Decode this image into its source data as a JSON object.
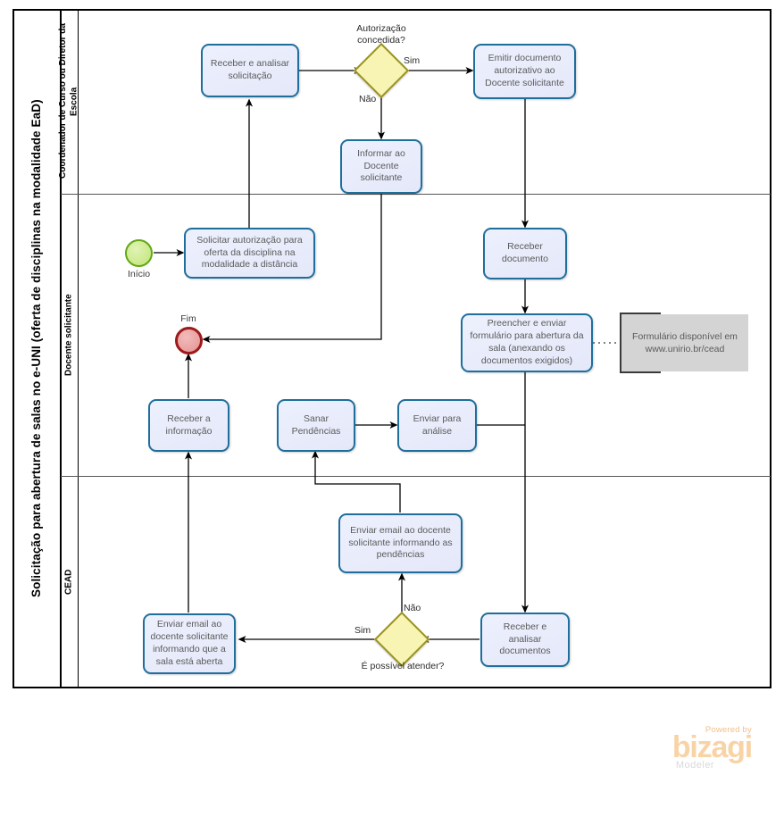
{
  "pool": {
    "title": "Solicitação para abertura de salas no e-UNI (oferta de disciplinas na modalidade EaD)",
    "lanes": [
      {
        "id": "coordenador",
        "label": "Coordenador de Curso ou Diretor da Escola"
      },
      {
        "id": "docente",
        "label": "Docente  solicitante"
      },
      {
        "id": "cead",
        "label": "CEAD"
      }
    ]
  },
  "events": {
    "start": {
      "label": "Início"
    },
    "end": {
      "label": "Fim"
    }
  },
  "tasks": {
    "receber_analisar_solicitacao": "Receber  e analisar solicitação",
    "emitir_documento": "Emitir documento autorizativo ao Docente solicitante",
    "informar_docente": "Informar ao Docente solicitante",
    "solicitar_autorizacao": "Solicitar autorização para oferta da disciplina na modalidade a distância",
    "receber_documento": "Receber documento",
    "preencher_enviar_formulario": "Preencher e enviar formulário para abertura da sala (anexando os documentos exigidos)",
    "receber_informacao": "Receber a informação",
    "sanar_pendencias": "Sanar Pendências",
    "enviar_para_analise": "Enviar para análise",
    "enviar_email_pendencias": "Enviar email ao docente solicitante informando as pendências",
    "enviar_email_sala_aberta": "Enviar email ao docente solicitante informando que a sala está aberta",
    "receber_analisar_documentos": "Receber e analisar documentos"
  },
  "gateways": {
    "autorizacao_concedida": {
      "label": "Autorização concedida?"
    },
    "possivel_atender": {
      "label": "É possível atender?"
    }
  },
  "flow_labels": {
    "gw1_sim": "Sim",
    "gw1_nao": "Não",
    "gw2_sim": "Sim",
    "gw2_nao": "Não"
  },
  "annotation": {
    "text": "Formulário disponível em www.unirio.br/cead"
  },
  "branding": {
    "powered_by": "Powered by",
    "name": "bizagi",
    "product": "Modeler"
  },
  "colors": {
    "task_fill": "#e9ecfb",
    "task_border": "#1f6e9c",
    "gateway_fill": "#f8f4b4",
    "gateway_border": "#9a9320",
    "start_fill": "#cdeb8e",
    "start_border": "#62a716",
    "end_fill": "#eda7a7",
    "end_border": "#9e1a1a",
    "annotation_fill": "#d4d4d4",
    "brand": "#f8d3a6"
  }
}
